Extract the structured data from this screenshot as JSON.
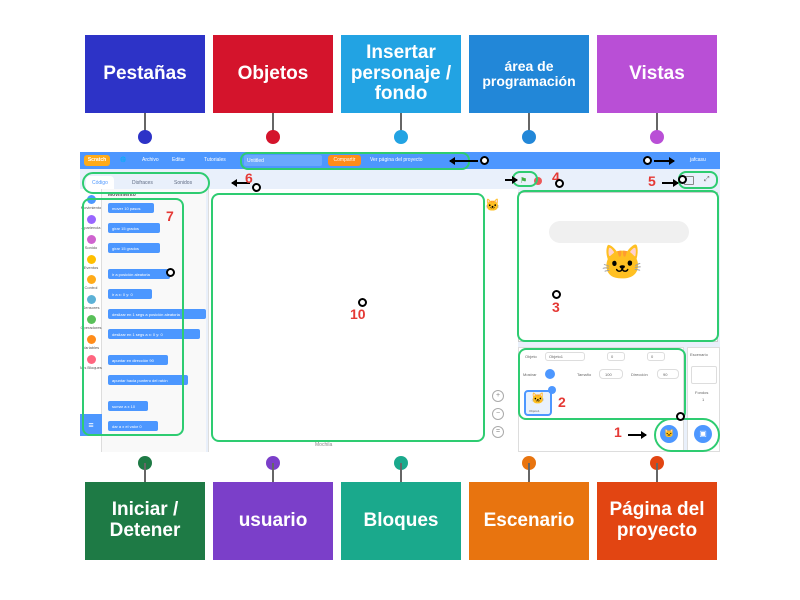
{
  "top_labels": [
    {
      "text": "Pestañas",
      "color": "#2d33c7"
    },
    {
      "text": "Objetos",
      "color": "#d4142c"
    },
    {
      "text": "Insertar personaje / fondo",
      "color": "#22a3e3"
    },
    {
      "text": "área de programación",
      "color": "#2287d8"
    },
    {
      "text": "Vistas",
      "color": "#b94fd6"
    }
  ],
  "bottom_labels": [
    {
      "text": "Iniciar / Detener",
      "color": "#1e7a45"
    },
    {
      "text": "usuario",
      "color": "#7b3fc9"
    },
    {
      "text": "Bloques",
      "color": "#1aa98c"
    },
    {
      "text": "Escenario",
      "color": "#e8740f"
    },
    {
      "text": "Página del proyecto",
      "color": "#e24512"
    }
  ],
  "annotation_color": "#2ecc71",
  "number_color": "#e53935",
  "numbers": {
    "n1": "1",
    "n2": "2",
    "n3": "3",
    "n4": "4",
    "n5": "5",
    "n6": "6",
    "n7": "7",
    "n10": "10"
  },
  "menubar": {
    "logo": "Scratch",
    "items": [
      "Archivo",
      "Editar",
      "Tutoriales"
    ],
    "project_title": "Untitled",
    "share": "Compartir",
    "see_project": "Ver página del proyecto",
    "user": "jafcasu"
  },
  "tabs": [
    "Código",
    "Disfraces",
    "Sonidos"
  ],
  "categories": [
    {
      "name": "Movimiento",
      "color": "#4c97ff"
    },
    {
      "name": "Apariencia",
      "color": "#9966ff"
    },
    {
      "name": "Sonido",
      "color": "#cf63cf"
    },
    {
      "name": "Eventos",
      "color": "#ffbf00"
    },
    {
      "name": "Control",
      "color": "#ffab19"
    },
    {
      "name": "Sensores",
      "color": "#5cb1d6"
    },
    {
      "name": "Operadores",
      "color": "#59c059"
    },
    {
      "name": "Variables",
      "color": "#ff8c1a"
    },
    {
      "name": "Mis Bloques",
      "color": "#ff6680"
    }
  ],
  "palette_title": "Movimiento",
  "blocks": [
    "mover 10 pasos",
    "girar 15 grados",
    "girar 15 grados",
    "ir a posición aleatoria",
    "ir a x: 0 y: 0",
    "deslizar en 1 segs a posición aleatoria",
    "deslizar en 1 segs a x: 0 y: 0",
    "apuntar en dirección 90",
    "apuntar hacia puntero del ratón",
    "sumar a x 10",
    "dar a x el valor 0"
  ],
  "sprite_panel": {
    "sprite_label": "Objeto",
    "sprite_name": "Objeto1",
    "x_val": "0",
    "y_val": "0",
    "show": "Mostrar",
    "size_label": "Tamaño",
    "size_val": "100",
    "dir_label": "Dirección",
    "dir_val": "90",
    "thumb_name": "Objeto1"
  },
  "stage_panel": {
    "title": "Escenario",
    "backdrops": "Fondos",
    "count": "1"
  },
  "backpack": "Mochila"
}
